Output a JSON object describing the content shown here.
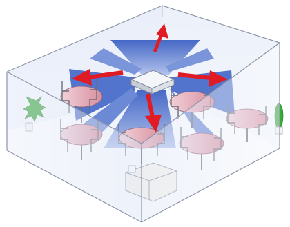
{
  "illustration": {
    "colors": {
      "wall_light": "#eef2fb",
      "wall_mid": "#d9e2f4",
      "floor": "#dfe7f6",
      "edge": "#9aa3b5",
      "airflow_blue": "#3f64c8",
      "airflow_light": "#9fb3e6",
      "arrow_red": "#e01b24",
      "table_pink": "#e8b4c0",
      "chair": "#6b6f7a",
      "plant": "#3aa83a"
    },
    "airflow_directions": [
      "up",
      "left",
      "right",
      "down"
    ]
  }
}
